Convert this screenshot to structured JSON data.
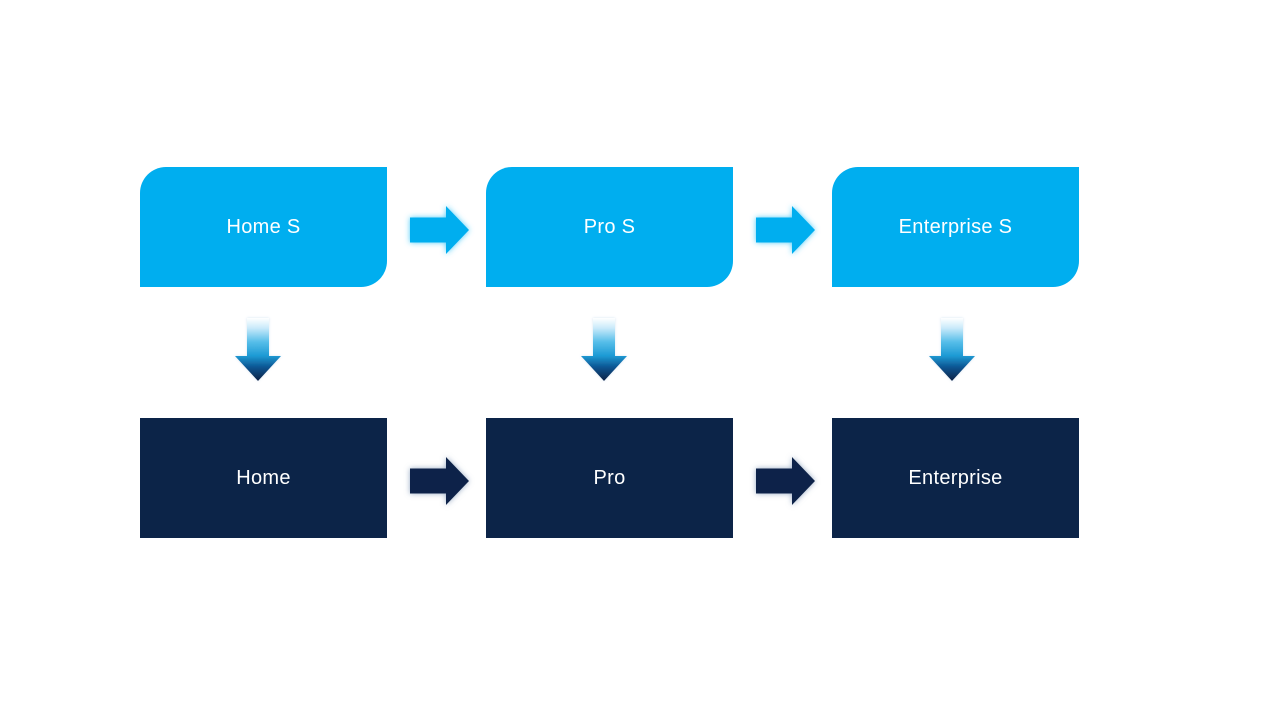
{
  "diagram": {
    "type": "process-flow",
    "background": "#ffffff",
    "top_row": {
      "items": [
        {
          "label": "Home S"
        },
        {
          "label": "Pro S"
        },
        {
          "label": "Enterprise S"
        }
      ],
      "fill": "#00aeef",
      "corner_style": "rounded-diagonal (top-left, bottom-right)"
    },
    "bottom_row": {
      "items": [
        {
          "label": "Home"
        },
        {
          "label": "Pro"
        },
        {
          "label": "Enterprise"
        }
      ],
      "fill": "#0c2448",
      "corner_style": "square"
    },
    "edges": {
      "horizontal_top": [
        "Home S -> Pro S",
        "Pro S -> Enterprise S"
      ],
      "horizontal_bottom": [
        "Home -> Pro",
        "Pro -> Enterprise"
      ],
      "vertical": [
        "Home S -> Home",
        "Pro S -> Pro",
        "Enterprise S -> Enterprise"
      ]
    },
    "colors": {
      "top_box": "#00aeef",
      "bottom_box": "#0c2448",
      "label_text": "#ffffff",
      "top_arrow_fill": "#00aeef",
      "top_arrow_glow": "#2ec2f7",
      "bottom_arrow_fill": "#0c2448",
      "bottom_arrow_glow": "#7d94b5",
      "down_arrow_gradient": [
        "#ffffff",
        "#c9eafa",
        "#56bee9",
        "#1d9ad4",
        "#0d5592",
        "#0a2144"
      ]
    }
  }
}
